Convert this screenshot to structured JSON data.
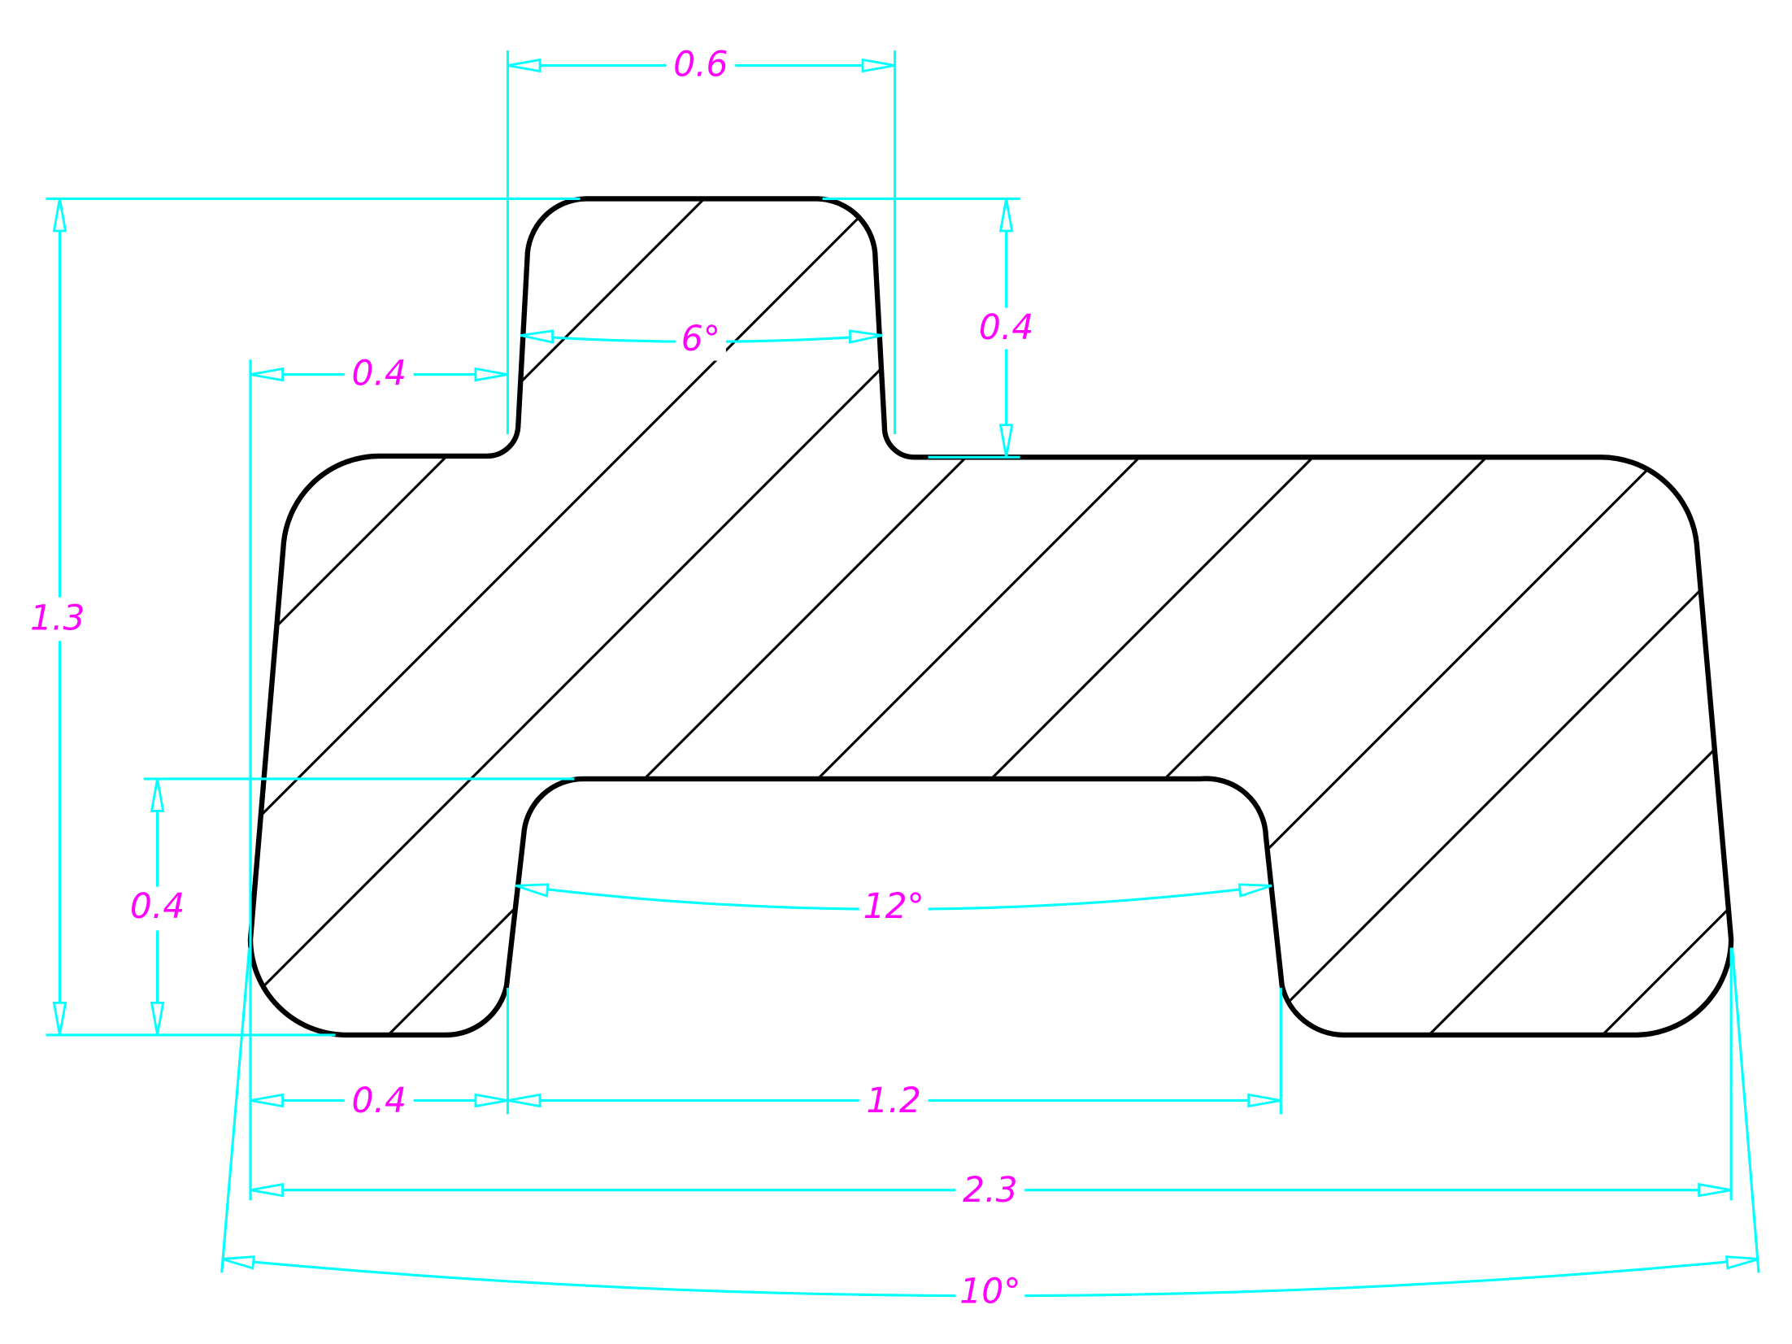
{
  "drawing": {
    "colors": {
      "dimension": "#00ffff",
      "label": "#ff00ff",
      "outline": "#000000"
    },
    "dimensions": {
      "top_width": "0.6",
      "left_step": "0.4",
      "top_taper_angle": "6°",
      "top_height": "0.4",
      "total_height": "1.3",
      "slot_depth": "0.4",
      "slot_angle": "12°",
      "bottom_left": "0.4",
      "slot_width": "1.2",
      "total_width": "2.3",
      "side_angle": "10°"
    }
  }
}
